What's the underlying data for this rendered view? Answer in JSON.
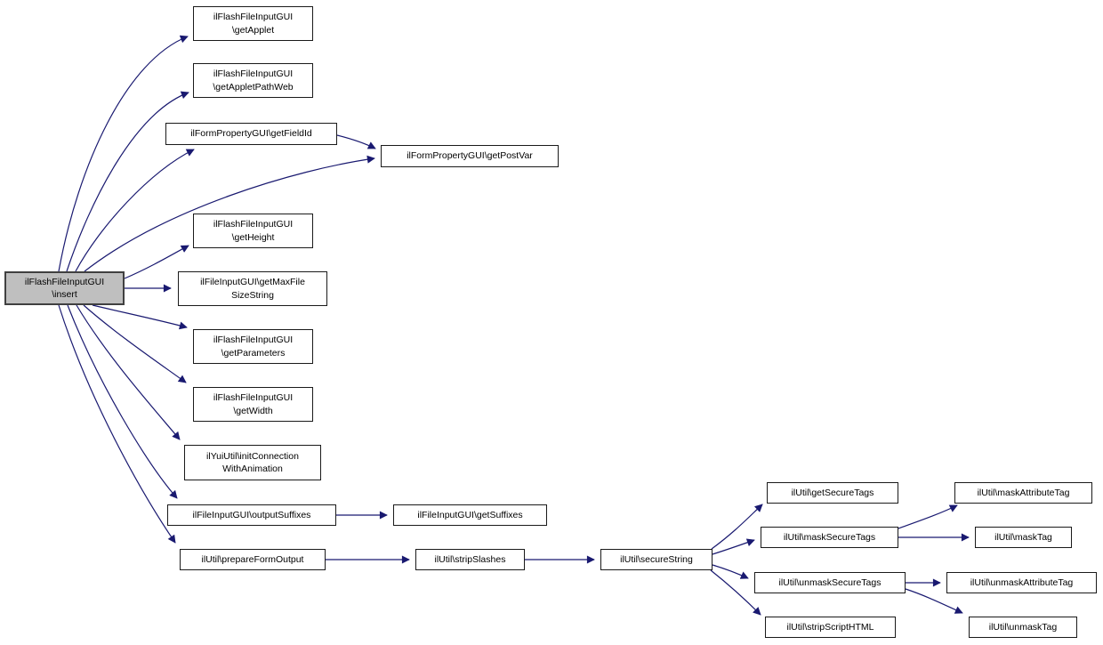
{
  "diagram": {
    "type": "call-graph",
    "root": "insert",
    "colors": {
      "edge": "#191970",
      "border": "#1a1a1a",
      "root_fill": "#bfbfbf",
      "node_fill": "#ffffff",
      "background": "#ffffff"
    },
    "nodes": {
      "insert": {
        "lines": [
          "ilFlashFileInputGUI",
          "\\insert"
        ]
      },
      "get_applet": {
        "lines": [
          "ilFlashFileInputGUI",
          "\\getApplet"
        ]
      },
      "get_applet_path_web": {
        "lines": [
          "ilFlashFileInputGUI",
          "\\getAppletPathWeb"
        ]
      },
      "get_field_id": {
        "lines": [
          "ilFormPropertyGUI\\getFieldId"
        ]
      },
      "get_post_var": {
        "lines": [
          "ilFormPropertyGUI\\getPostVar"
        ]
      },
      "get_height": {
        "lines": [
          "ilFlashFileInputGUI",
          "\\getHeight"
        ]
      },
      "get_max_file_size_string": {
        "lines": [
          "ilFileInputGUI\\getMaxFile",
          "SizeString"
        ]
      },
      "get_parameters": {
        "lines": [
          "ilFlashFileInputGUI",
          "\\getParameters"
        ]
      },
      "get_width": {
        "lines": [
          "ilFlashFileInputGUI",
          "\\getWidth"
        ]
      },
      "init_connection_with_animation": {
        "lines": [
          "ilYuiUtil\\initConnection",
          "WithAnimation"
        ]
      },
      "output_suffixes": {
        "lines": [
          "ilFileInputGUI\\outputSuffixes"
        ]
      },
      "get_suffixes": {
        "lines": [
          "ilFileInputGUI\\getSuffixes"
        ]
      },
      "prepare_form_output": {
        "lines": [
          "ilUtil\\prepareFormOutput"
        ]
      },
      "strip_slashes": {
        "lines": [
          "ilUtil\\stripSlashes"
        ]
      },
      "secure_string": {
        "lines": [
          "ilUtil\\secureString"
        ]
      },
      "get_secure_tags": {
        "lines": [
          "ilUtil\\getSecureTags"
        ]
      },
      "mask_attribute_tag": {
        "lines": [
          "ilUtil\\maskAttributeTag"
        ]
      },
      "mask_secure_tags": {
        "lines": [
          "ilUtil\\maskSecureTags"
        ]
      },
      "mask_tag": {
        "lines": [
          "ilUtil\\maskTag"
        ]
      },
      "unmask_secure_tags": {
        "lines": [
          "ilUtil\\unmaskSecureTags"
        ]
      },
      "unmask_attribute_tag": {
        "lines": [
          "ilUtil\\unmaskAttributeTag"
        ]
      },
      "strip_script_html": {
        "lines": [
          "ilUtil\\stripScriptHTML"
        ]
      },
      "unmask_tag": {
        "lines": [
          "ilUtil\\unmaskTag"
        ]
      }
    },
    "edges": [
      {
        "from": "insert",
        "to": "get_applet"
      },
      {
        "from": "insert",
        "to": "get_applet_path_web"
      },
      {
        "from": "insert",
        "to": "get_field_id"
      },
      {
        "from": "insert",
        "to": "get_post_var"
      },
      {
        "from": "insert",
        "to": "get_height"
      },
      {
        "from": "insert",
        "to": "get_max_file_size_string"
      },
      {
        "from": "insert",
        "to": "get_parameters"
      },
      {
        "from": "insert",
        "to": "get_width"
      },
      {
        "from": "insert",
        "to": "init_connection_with_animation"
      },
      {
        "from": "insert",
        "to": "output_suffixes"
      },
      {
        "from": "insert",
        "to": "prepare_form_output"
      },
      {
        "from": "get_field_id",
        "to": "get_post_var"
      },
      {
        "from": "output_suffixes",
        "to": "get_suffixes"
      },
      {
        "from": "prepare_form_output",
        "to": "strip_slashes"
      },
      {
        "from": "strip_slashes",
        "to": "secure_string"
      },
      {
        "from": "secure_string",
        "to": "get_secure_tags"
      },
      {
        "from": "secure_string",
        "to": "mask_secure_tags"
      },
      {
        "from": "secure_string",
        "to": "unmask_secure_tags"
      },
      {
        "from": "secure_string",
        "to": "strip_script_html"
      },
      {
        "from": "mask_secure_tags",
        "to": "mask_attribute_tag"
      },
      {
        "from": "mask_secure_tags",
        "to": "mask_tag"
      },
      {
        "from": "unmask_secure_tags",
        "to": "unmask_attribute_tag"
      },
      {
        "from": "unmask_secure_tags",
        "to": "unmask_tag"
      }
    ]
  }
}
